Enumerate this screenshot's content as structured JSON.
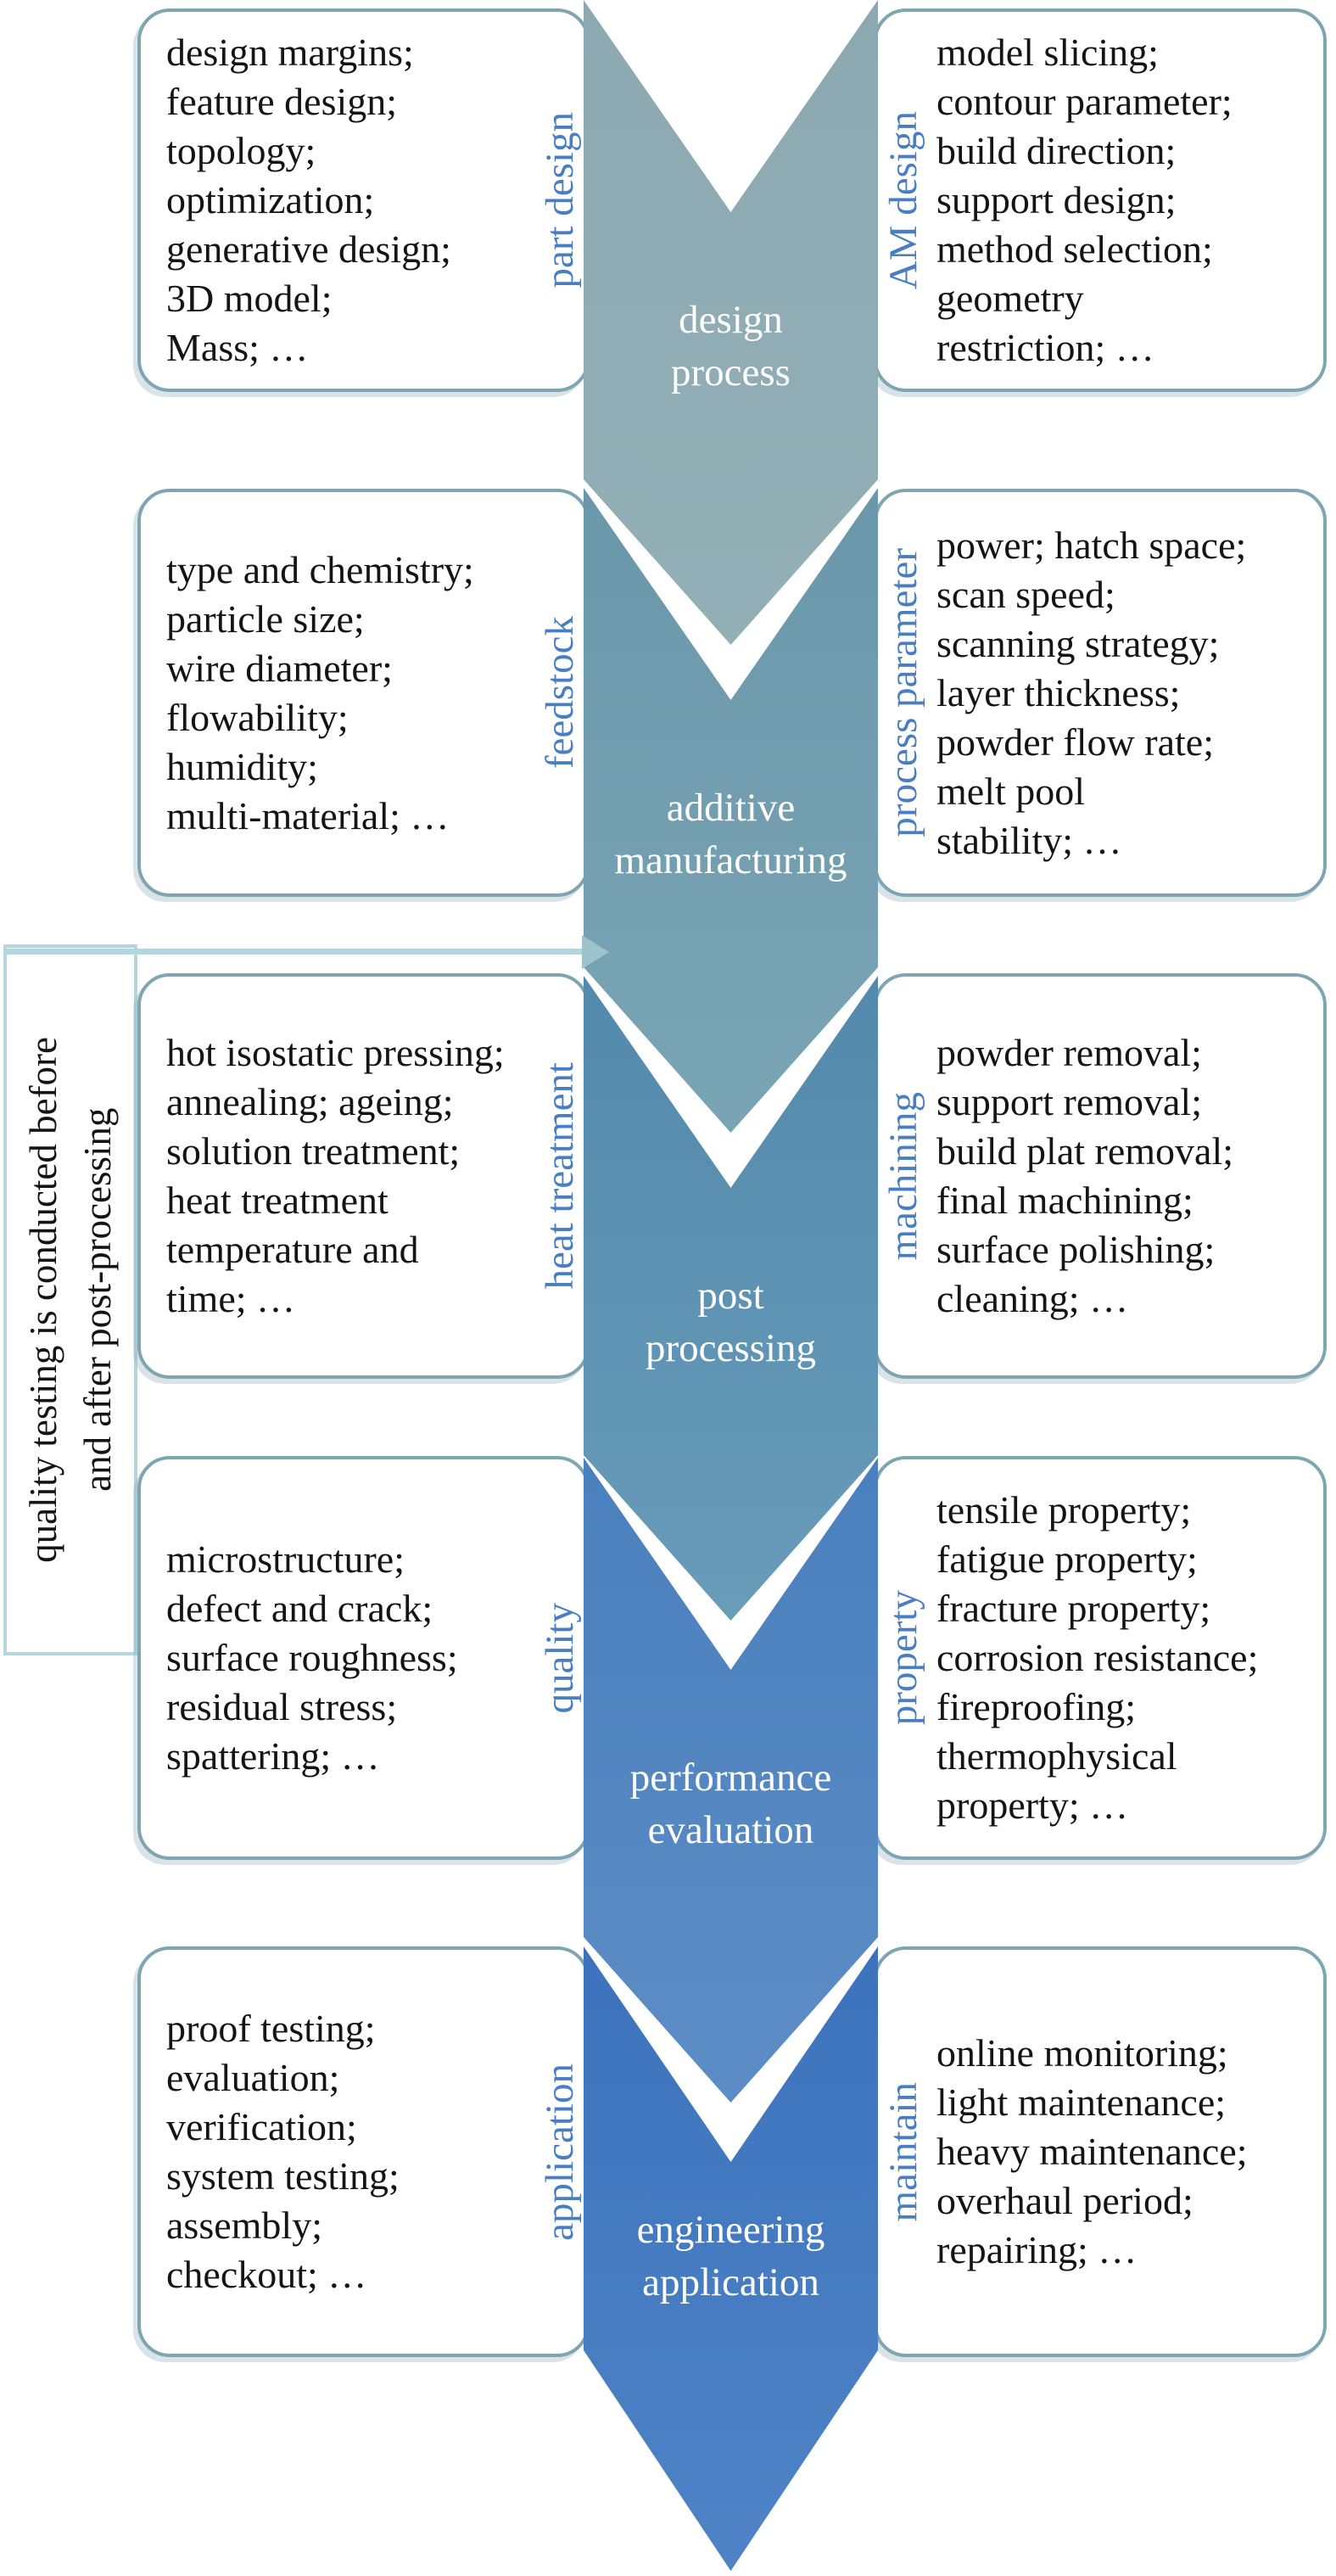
{
  "palette": {
    "box_border": "#7FA6B0",
    "side_label_blue": "#4A7EC2",
    "annotation_teal": "#B5D6DC",
    "arrow_head_teal": "#9FC3CD",
    "box_text": "#141414",
    "chevron_text": "#FFFFFF"
  },
  "annotation": {
    "line1": "quality testing is conducted before",
    "line2": "and after post-processing"
  },
  "stages": [
    {
      "chevron_label": "design\nprocess",
      "color_top": "#8CA8B1",
      "color_bottom": "#93AFB6",
      "left": {
        "label": "part design",
        "lines": [
          "design margins;",
          "feature design;",
          "topology;",
          "optimization;",
          "generative design;",
          "3D model;",
          "Mass; …"
        ]
      },
      "right": {
        "label": "AM design",
        "lines": [
          "model slicing;",
          "contour parameter;",
          "build direction;",
          "support design;",
          "method selection;",
          "geometry",
          "restriction; …"
        ]
      }
    },
    {
      "chevron_label": "additive\nmanufacturing",
      "color_top": "#6B97AB",
      "color_bottom": "#7AA5B5",
      "left": {
        "label": "feedstock",
        "lines": [
          "type and chemistry;",
          "particle size;",
          "wire diameter;",
          "flowability;",
          "humidity;",
          "multi-material; …"
        ]
      },
      "right": {
        "label": "process parameter",
        "lines": [
          "power; hatch space;",
          "scan speed;",
          "scanning strategy;",
          "layer thickness;",
          "powder flow rate;",
          "melt pool",
          "stability; …"
        ]
      }
    },
    {
      "chevron_label": "post\nprocessing",
      "color_top": "#5389AC",
      "color_bottom": "#699CB9",
      "left": {
        "label": "heat treatment",
        "lines": [
          "hot isostatic pressing;",
          "annealing; ageing;",
          "solution treatment;",
          "heat treatment",
          "temperature and",
          "time; …"
        ]
      },
      "right": {
        "label": "machining",
        "lines": [
          "powder removal;",
          "support removal;",
          "build plat removal;",
          "final machining;",
          "surface polishing;",
          "cleaning; …"
        ]
      }
    },
    {
      "chevron_label": "performance\nevaluation",
      "color_top": "#4A80BD",
      "color_bottom": "#5D8DC6",
      "left": {
        "label": "quality",
        "lines": [
          "microstructure;",
          "defect and crack;",
          "surface roughness;",
          "residual stress;",
          "spattering; …"
        ]
      },
      "right": {
        "label": "property",
        "lines": [
          "tensile property;",
          "fatigue property;",
          "fracture property;",
          "corrosion resistance;",
          "fireproofing;",
          "thermophysical",
          "property; …"
        ]
      }
    },
    {
      "chevron_label": "engineering\napplication",
      "color_top": "#3C73BC",
      "color_bottom": "#4F83C6",
      "left": {
        "label": "application",
        "lines": [
          "proof testing;",
          "evaluation;",
          "verification;",
          "system testing;",
          "assembly;",
          "checkout; …"
        ]
      },
      "right": {
        "label": "maintain",
        "lines": [
          "online monitoring;",
          "light maintenance;",
          "heavy maintenance;",
          "overhaul period;",
          "repairing; …"
        ]
      }
    }
  ]
}
